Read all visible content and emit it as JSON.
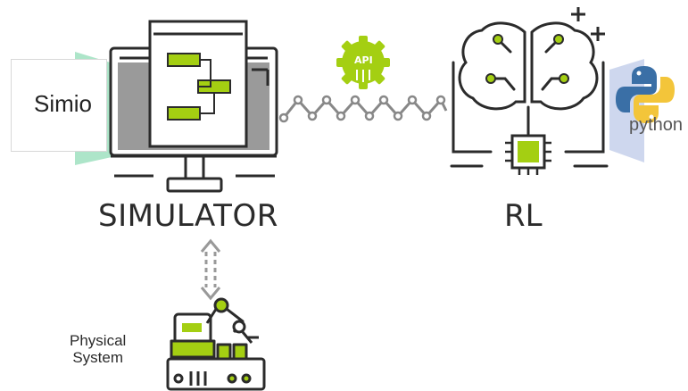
{
  "labels": {
    "simulator": "SIMULATOR",
    "rl": "RL",
    "physical_line1": "Physical",
    "physical_line2": "System",
    "simio": "Simio",
    "python": "python",
    "api": "API"
  },
  "colors": {
    "accent_green": "#a4cf12",
    "outline": "#2b2b2b",
    "screen_gray": "#9a9a9a",
    "link_gray": "#888888",
    "simio_glow": "#9fe0c0",
    "python_glow": "#c9d3ec",
    "python_blue": "#3a6fa6",
    "python_yellow": "#f3c53a",
    "simio_triangle": "#1e8a4a"
  },
  "icons": {
    "monitor": "monitor-icon",
    "brain": "brain-icon",
    "chip": "chip-icon",
    "gear": "api-gear-icon",
    "robot": "robot-arm-icon",
    "python_logo": "python-logo-icon",
    "arrow": "double-arrow-icon"
  }
}
